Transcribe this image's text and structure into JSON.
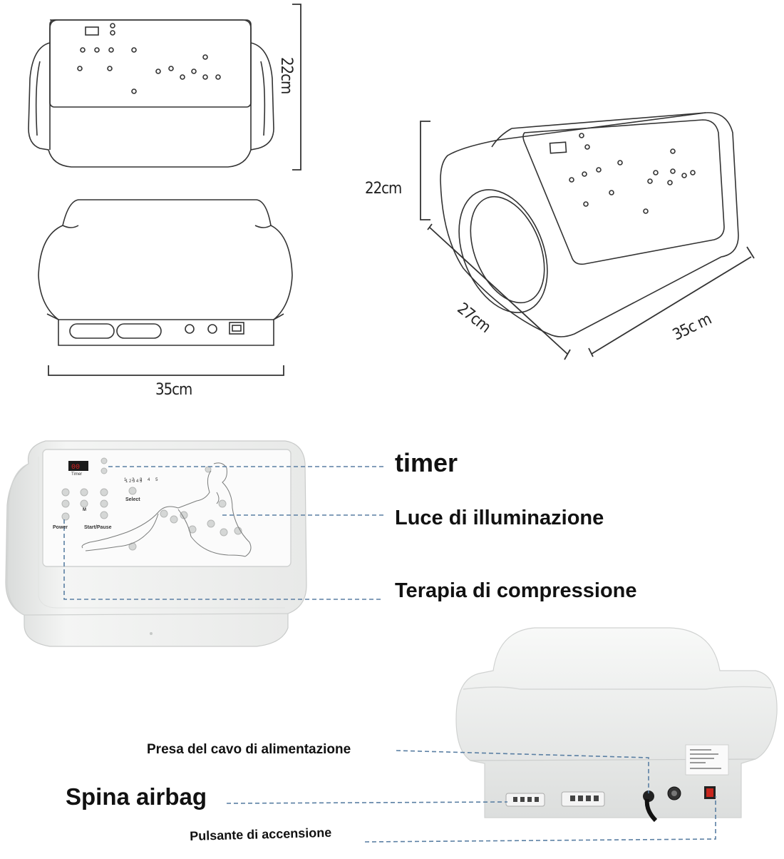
{
  "dimensions": {
    "top_height": "22cm",
    "back_width": "35cm",
    "side_height": "22cm",
    "side_depth": "27cm",
    "side_width": "35c m"
  },
  "front_callouts": {
    "timer": "timer",
    "light": "Luce di illuminazione",
    "compression": "Terapia di compressione"
  },
  "back_callouts": {
    "power_socket": "Presa del cavo di alimentazione",
    "airbag_plug": "Spina airbag",
    "power_button": "Pulsante di accensione"
  },
  "device_panel": {
    "timer_label": "Timer",
    "select_label": "Select",
    "power_label": "Power",
    "start_label": "Start/Pause",
    "mode_label": "M",
    "select_numbers": [
      "1",
      "2",
      "3",
      "4",
      "5"
    ]
  },
  "colors": {
    "line": "#333333",
    "leader": "#5a7fa3",
    "device": "#f1f2f1",
    "led": "#d62020",
    "switch": "#c8261e"
  }
}
